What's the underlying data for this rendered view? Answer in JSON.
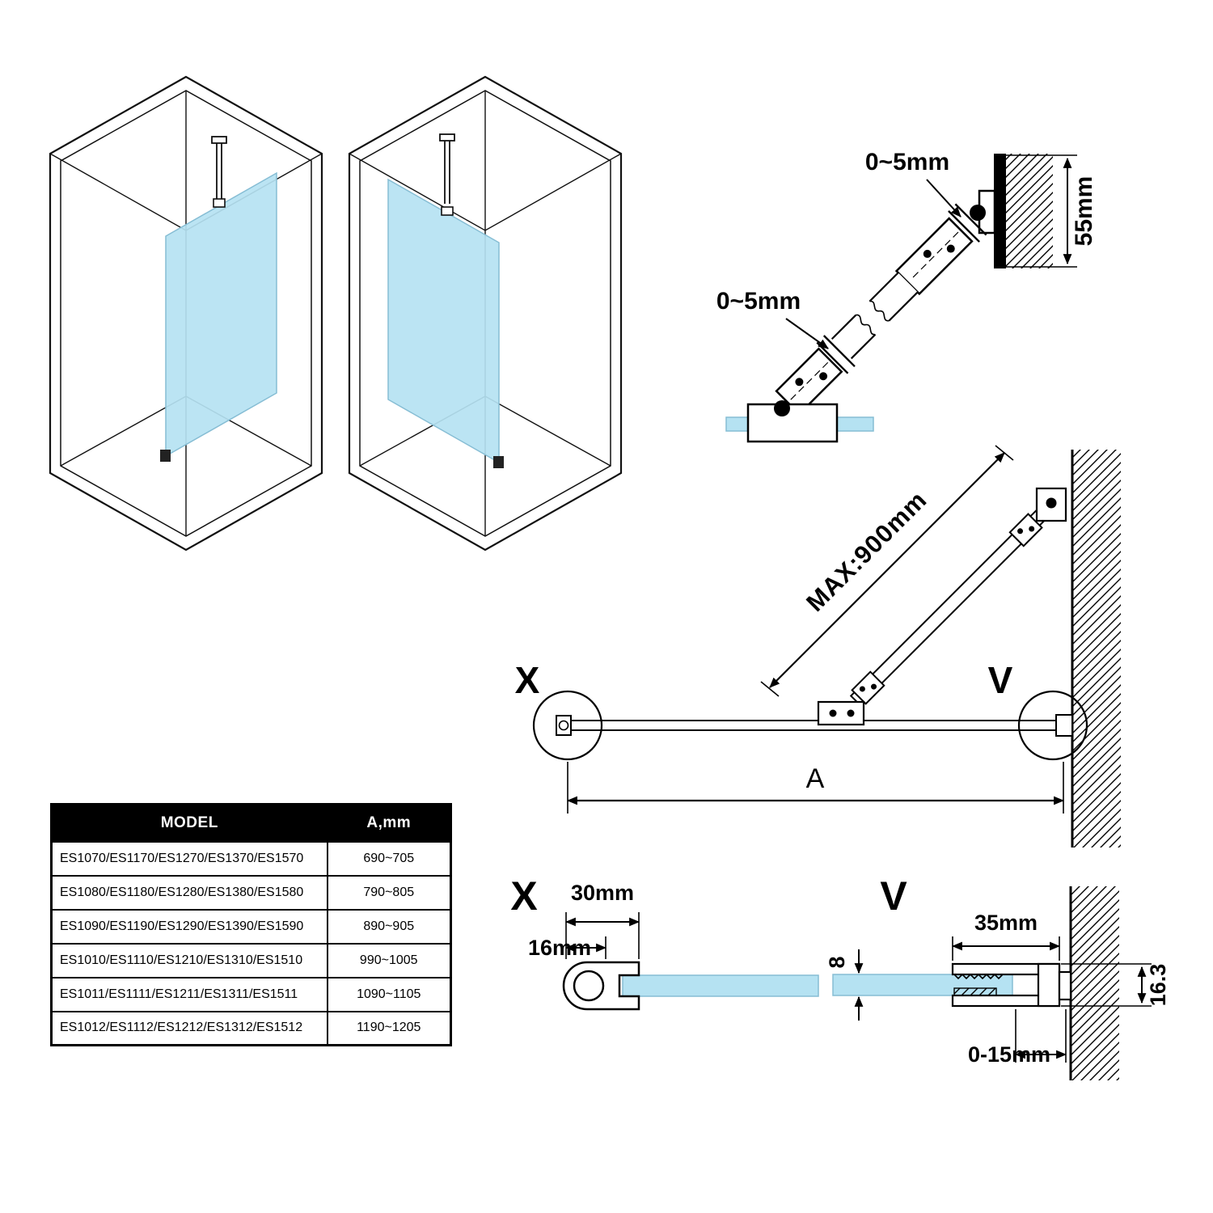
{
  "colors": {
    "glass": "#b5e2f2",
    "glass_edge": "#86bdd4",
    "line": "#000000",
    "table_header_bg": "#000000",
    "table_header_fg": "#ffffff"
  },
  "bracket_detail": {
    "gap_top_label": "0~5mm",
    "gap_mid_label": "0~5mm",
    "wall_height_label": "55mm"
  },
  "plan_view": {
    "max_reach_label": "MAX:900mm",
    "detail_x_marker": "X",
    "detail_v_marker": "V",
    "width_dim_label": "A"
  },
  "detail_x": {
    "title": "X",
    "profile_width_label": "30mm",
    "tube_width_label": "16mm"
  },
  "detail_v": {
    "title": "V",
    "profile_width_label": "35mm",
    "glass_thickness_label": "8",
    "profile_depth_label": "16.3",
    "adjust_range_label": "0-15mm"
  },
  "table": {
    "headers": {
      "model": "MODEL",
      "a": "A,mm"
    },
    "rows": [
      {
        "model": "ES1070/ES1170/ES1270/ES1370/ES1570",
        "a": "690~705"
      },
      {
        "model": "ES1080/ES1180/ES1280/ES1380/ES1580",
        "a": "790~805"
      },
      {
        "model": "ES1090/ES1190/ES1290/ES1390/ES1590",
        "a": "890~905"
      },
      {
        "model": "ES1010/ES1110/ES1210/ES1310/ES1510",
        "a": "990~1005"
      },
      {
        "model": "ES1011/ES1111/ES1211/ES1311/ES1511",
        "a": "1090~1105"
      },
      {
        "model": "ES1012/ES1112/ES1212/ES1312/ES1512",
        "a": "1190~1205"
      }
    ]
  }
}
